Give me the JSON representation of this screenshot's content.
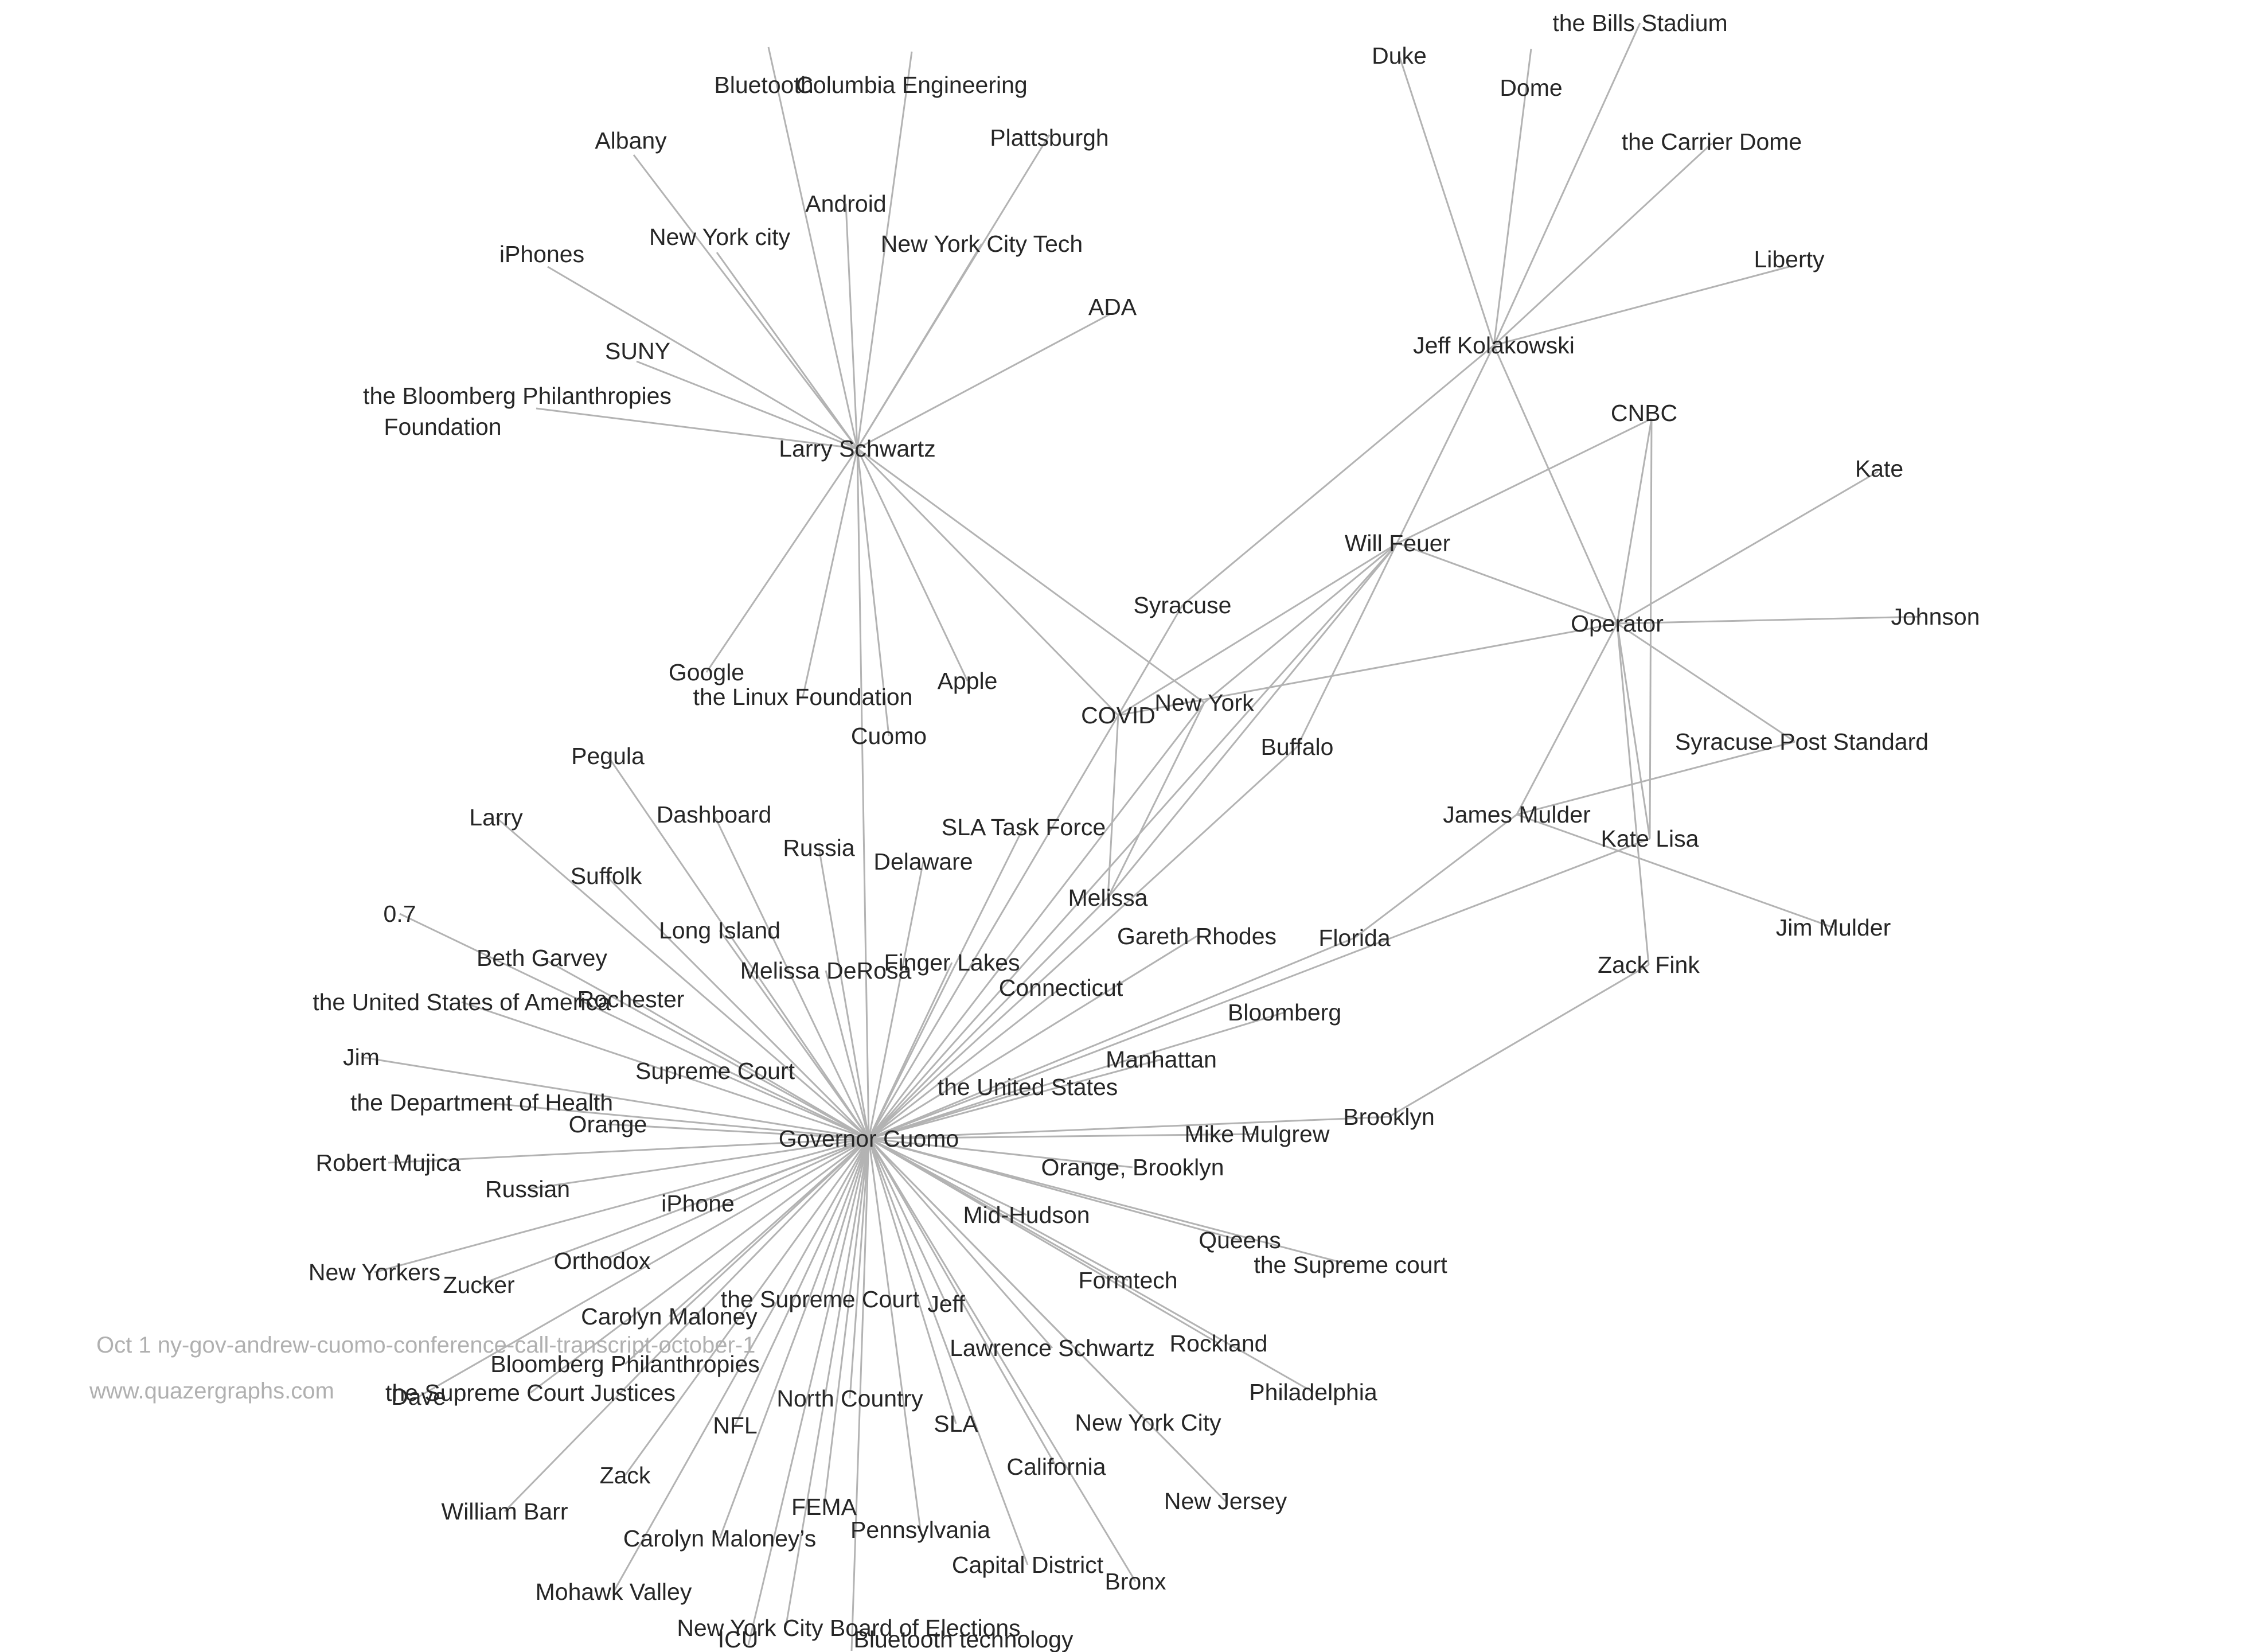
{
  "watermark": {
    "line1": "Oct 1 ny-gov-andrew-cuomo-conference-call-transcript-october-1",
    "line2": "www.quazergraphs.com"
  },
  "colors": {
    "edge": "#b3b3b3",
    "label": "#262626",
    "watermark": "#b0b0b0"
  },
  "nodes": [
    {
      "id": "governor-cuomo",
      "label": "Governor Cuomo"
    },
    {
      "id": "larry-schwartz",
      "label": "Larry Schwartz"
    },
    {
      "id": "jeff-kolakowski",
      "label": "Jeff Kolakowski"
    },
    {
      "id": "operator",
      "label": "Operator"
    },
    {
      "id": "will-feuer",
      "label": "Will Feuer"
    },
    {
      "id": "james-mulder",
      "label": "James Mulder"
    },
    {
      "id": "kate-lisa",
      "label": "Kate Lisa"
    },
    {
      "id": "zack-fink",
      "label": "Zack Fink"
    },
    {
      "id": "covid",
      "label": "COVID"
    },
    {
      "id": "new-york",
      "label": "New York"
    },
    {
      "id": "buffalo",
      "label": "Buffalo"
    },
    {
      "id": "syracuse",
      "label": "Syracuse"
    },
    {
      "id": "melissa",
      "label": "Melissa"
    },
    {
      "id": "florida",
      "label": "Florida"
    },
    {
      "id": "bloomberg",
      "label": "Bloomberg"
    },
    {
      "id": "brooklyn",
      "label": "Brooklyn"
    },
    {
      "id": "bluetooth",
      "label": "Bluetooth"
    },
    {
      "id": "columbia-engineering",
      "label": "Columbia Engineering"
    },
    {
      "id": "albany",
      "label": "Albany"
    },
    {
      "id": "plattsburgh",
      "label": "Plattsburgh"
    },
    {
      "id": "android",
      "label": "Android"
    },
    {
      "id": "new-york-city-lower",
      "label": "New York city"
    },
    {
      "id": "new-york-city-tech",
      "label": "New York City Tech"
    },
    {
      "id": "iphones",
      "label": "iPhones"
    },
    {
      "id": "ada",
      "label": "ADA"
    },
    {
      "id": "suny",
      "label": "SUNY"
    },
    {
      "id": "bloomberg-philanthropies-foundation",
      "label": "the Bloomberg Philanthropies\nFoundation"
    },
    {
      "id": "google",
      "label": "Google"
    },
    {
      "id": "linux-foundation",
      "label": "the Linux Foundation"
    },
    {
      "id": "apple",
      "label": "Apple"
    },
    {
      "id": "cuomo",
      "label": "Cuomo"
    },
    {
      "id": "duke",
      "label": "Duke"
    },
    {
      "id": "dome",
      "label": "Dome"
    },
    {
      "id": "bills-stadium",
      "label": "the Bills Stadium"
    },
    {
      "id": "carrier-dome",
      "label": "the Carrier Dome"
    },
    {
      "id": "liberty",
      "label": "Liberty"
    },
    {
      "id": "cnbc",
      "label": "CNBC"
    },
    {
      "id": "kate",
      "label": "Kate"
    },
    {
      "id": "johnson",
      "label": "Johnson"
    },
    {
      "id": "syracuse-post-standard",
      "label": "Syracuse Post Standard"
    },
    {
      "id": "jim-mulder",
      "label": "Jim Mulder"
    },
    {
      "id": "pegula",
      "label": "Pegula"
    },
    {
      "id": "larry",
      "label": "Larry"
    },
    {
      "id": "dashboard",
      "label": "Dashboard"
    },
    {
      "id": "russia",
      "label": "Russia"
    },
    {
      "id": "delaware",
      "label": "Delaware"
    },
    {
      "id": "sla-task-force",
      "label": "SLA Task Force"
    },
    {
      "id": "suffolk",
      "label": "Suffolk"
    },
    {
      "id": "zero-seven",
      "label": "0.7"
    },
    {
      "id": "long-island",
      "label": "Long Island"
    },
    {
      "id": "gareth-rhodes",
      "label": "Gareth Rhodes"
    },
    {
      "id": "beth-garvey",
      "label": "Beth Garvey"
    },
    {
      "id": "melissa-derosa",
      "label": "Melissa DeRosa"
    },
    {
      "id": "finger-lakes",
      "label": "Finger Lakes"
    },
    {
      "id": "connecticut",
      "label": "Connecticut"
    },
    {
      "id": "united-states-of-america",
      "label": "the United States of America"
    },
    {
      "id": "rochester",
      "label": "Rochester"
    },
    {
      "id": "jim",
      "label": "Jim"
    },
    {
      "id": "supreme-court",
      "label": "Supreme Court"
    },
    {
      "id": "manhattan",
      "label": "Manhattan"
    },
    {
      "id": "united-states",
      "label": "the United States"
    },
    {
      "id": "department-of-health",
      "label": "the Department of Health"
    },
    {
      "id": "orange",
      "label": "Orange"
    },
    {
      "id": "mike-mulgrew",
      "label": "Mike Mulgrew"
    },
    {
      "id": "robert-mujica",
      "label": "Robert Mujica"
    },
    {
      "id": "orange-brooklyn",
      "label": "Orange, Brooklyn"
    },
    {
      "id": "russian",
      "label": "Russian"
    },
    {
      "id": "iphone",
      "label": "iPhone"
    },
    {
      "id": "mid-hudson",
      "label": "Mid-Hudson"
    },
    {
      "id": "queens",
      "label": "Queens"
    },
    {
      "id": "supreme-court-lower",
      "label": "the Supreme court"
    },
    {
      "id": "new-yorkers",
      "label": "New Yorkers"
    },
    {
      "id": "zucker",
      "label": "Zucker"
    },
    {
      "id": "orthodox",
      "label": "Orthodox"
    },
    {
      "id": "formtech",
      "label": "Formtech"
    },
    {
      "id": "the-supreme-court",
      "label": "the Supreme Court"
    },
    {
      "id": "jeff",
      "label": "Jeff"
    },
    {
      "id": "carolyn-maloney",
      "label": "Carolyn Maloney"
    },
    {
      "id": "lawrence-schwartz",
      "label": "Lawrence Schwartz"
    },
    {
      "id": "rockland",
      "label": "Rockland"
    },
    {
      "id": "bloomberg-philanthropies",
      "label": "Bloomberg Philanthropies"
    },
    {
      "id": "dave",
      "label": "Dave"
    },
    {
      "id": "supreme-court-justices",
      "label": "the Supreme Court Justices"
    },
    {
      "id": "north-country",
      "label": "North Country"
    },
    {
      "id": "philadelphia",
      "label": "Philadelphia"
    },
    {
      "id": "nfl",
      "label": "NFL"
    },
    {
      "id": "sla",
      "label": "SLA"
    },
    {
      "id": "new-york-city",
      "label": "New York City"
    },
    {
      "id": "california",
      "label": "California"
    },
    {
      "id": "zack",
      "label": "Zack"
    },
    {
      "id": "william-barr",
      "label": "William Barr"
    },
    {
      "id": "fema",
      "label": "FEMA"
    },
    {
      "id": "new-jersey",
      "label": "New Jersey"
    },
    {
      "id": "carolyn-maloneys",
      "label": "Carolyn Maloney’s"
    },
    {
      "id": "pennsylvania",
      "label": "Pennsylvania"
    },
    {
      "id": "capital-district",
      "label": "Capital District"
    },
    {
      "id": "bronx",
      "label": "Bronx"
    },
    {
      "id": "mohawk-valley",
      "label": "Mohawk Valley"
    },
    {
      "id": "nyc-board-of-elections",
      "label": "New York City Board of Elections"
    },
    {
      "id": "icu",
      "label": "ICU"
    },
    {
      "id": "bluetooth-technology",
      "label": "Bluetooth technology"
    }
  ],
  "edges": [
    [
      "larry-schwartz",
      "bluetooth"
    ],
    [
      "larry-schwartz",
      "columbia-engineering"
    ],
    [
      "larry-schwartz",
      "albany"
    ],
    [
      "larry-schwartz",
      "plattsburgh"
    ],
    [
      "larry-schwartz",
      "android"
    ],
    [
      "larry-schwartz",
      "new-york-city-lower"
    ],
    [
      "larry-schwartz",
      "new-york-city-tech"
    ],
    [
      "larry-schwartz",
      "iphones"
    ],
    [
      "larry-schwartz",
      "ada"
    ],
    [
      "larry-schwartz",
      "suny"
    ],
    [
      "larry-schwartz",
      "bloomberg-philanthropies-foundation"
    ],
    [
      "larry-schwartz",
      "google"
    ],
    [
      "larry-schwartz",
      "linux-foundation"
    ],
    [
      "larry-schwartz",
      "apple"
    ],
    [
      "larry-schwartz",
      "cuomo"
    ],
    [
      "larry-schwartz",
      "new-york"
    ],
    [
      "larry-schwartz",
      "governor-cuomo"
    ],
    [
      "larry-schwartz",
      "covid"
    ],
    [
      "jeff-kolakowski",
      "duke"
    ],
    [
      "jeff-kolakowski",
      "dome"
    ],
    [
      "jeff-kolakowski",
      "bills-stadium"
    ],
    [
      "jeff-kolakowski",
      "carrier-dome"
    ],
    [
      "jeff-kolakowski",
      "liberty"
    ],
    [
      "jeff-kolakowski",
      "syracuse"
    ],
    [
      "jeff-kolakowski",
      "buffalo"
    ],
    [
      "jeff-kolakowski",
      "operator"
    ],
    [
      "operator",
      "kate"
    ],
    [
      "operator",
      "johnson"
    ],
    [
      "operator",
      "syracuse-post-standard"
    ],
    [
      "operator",
      "will-feuer"
    ],
    [
      "operator",
      "james-mulder"
    ],
    [
      "operator",
      "kate-lisa"
    ],
    [
      "operator",
      "zack-fink"
    ],
    [
      "operator",
      "covid"
    ],
    [
      "operator",
      "cnbc"
    ],
    [
      "will-feuer",
      "cnbc"
    ],
    [
      "will-feuer",
      "covid"
    ],
    [
      "will-feuer",
      "new-york"
    ],
    [
      "will-feuer",
      "governor-cuomo"
    ],
    [
      "will-feuer",
      "melissa"
    ],
    [
      "james-mulder",
      "syracuse-post-standard"
    ],
    [
      "james-mulder",
      "florida"
    ],
    [
      "james-mulder",
      "jim-mulder"
    ],
    [
      "kate-lisa",
      "cnbc"
    ],
    [
      "kate-lisa",
      "governor-cuomo"
    ],
    [
      "zack-fink",
      "brooklyn"
    ],
    [
      "covid",
      "melissa"
    ],
    [
      "covid",
      "governor-cuomo"
    ],
    [
      "covid",
      "syracuse"
    ],
    [
      "new-york",
      "melissa"
    ],
    [
      "new-york",
      "governor-cuomo"
    ],
    [
      "buffalo",
      "governor-cuomo"
    ],
    [
      "florida",
      "governor-cuomo"
    ],
    [
      "bloomberg",
      "governor-cuomo"
    ],
    [
      "brooklyn",
      "governor-cuomo"
    ],
    [
      "melissa",
      "governor-cuomo"
    ],
    [
      "governor-cuomo",
      "pegula"
    ],
    [
      "governor-cuomo",
      "larry"
    ],
    [
      "governor-cuomo",
      "dashboard"
    ],
    [
      "governor-cuomo",
      "russia"
    ],
    [
      "governor-cuomo",
      "delaware"
    ],
    [
      "governor-cuomo",
      "sla-task-force"
    ],
    [
      "governor-cuomo",
      "suffolk"
    ],
    [
      "governor-cuomo",
      "zero-seven"
    ],
    [
      "governor-cuomo",
      "long-island"
    ],
    [
      "governor-cuomo",
      "gareth-rhodes"
    ],
    [
      "governor-cuomo",
      "beth-garvey"
    ],
    [
      "governor-cuomo",
      "melissa-derosa"
    ],
    [
      "governor-cuomo",
      "finger-lakes"
    ],
    [
      "governor-cuomo",
      "connecticut"
    ],
    [
      "governor-cuomo",
      "united-states-of-america"
    ],
    [
      "governor-cuomo",
      "rochester"
    ],
    [
      "governor-cuomo",
      "jim"
    ],
    [
      "governor-cuomo",
      "supreme-court"
    ],
    [
      "governor-cuomo",
      "manhattan"
    ],
    [
      "governor-cuomo",
      "united-states"
    ],
    [
      "governor-cuomo",
      "department-of-health"
    ],
    [
      "governor-cuomo",
      "orange"
    ],
    [
      "governor-cuomo",
      "mike-mulgrew"
    ],
    [
      "governor-cuomo",
      "robert-mujica"
    ],
    [
      "governor-cuomo",
      "orange-brooklyn"
    ],
    [
      "governor-cuomo",
      "russian"
    ],
    [
      "governor-cuomo",
      "iphone"
    ],
    [
      "governor-cuomo",
      "mid-hudson"
    ],
    [
      "governor-cuomo",
      "queens"
    ],
    [
      "governor-cuomo",
      "supreme-court-lower"
    ],
    [
      "governor-cuomo",
      "new-yorkers"
    ],
    [
      "governor-cuomo",
      "zucker"
    ],
    [
      "governor-cuomo",
      "orthodox"
    ],
    [
      "governor-cuomo",
      "formtech"
    ],
    [
      "governor-cuomo",
      "the-supreme-court"
    ],
    [
      "governor-cuomo",
      "jeff"
    ],
    [
      "governor-cuomo",
      "carolyn-maloney"
    ],
    [
      "governor-cuomo",
      "lawrence-schwartz"
    ],
    [
      "governor-cuomo",
      "rockland"
    ],
    [
      "governor-cuomo",
      "bloomberg-philanthropies"
    ],
    [
      "governor-cuomo",
      "dave"
    ],
    [
      "governor-cuomo",
      "supreme-court-justices"
    ],
    [
      "governor-cuomo",
      "north-country"
    ],
    [
      "governor-cuomo",
      "philadelphia"
    ],
    [
      "governor-cuomo",
      "nfl"
    ],
    [
      "governor-cuomo",
      "sla"
    ],
    [
      "governor-cuomo",
      "new-york-city"
    ],
    [
      "governor-cuomo",
      "california"
    ],
    [
      "governor-cuomo",
      "zack"
    ],
    [
      "governor-cuomo",
      "william-barr"
    ],
    [
      "governor-cuomo",
      "fema"
    ],
    [
      "governor-cuomo",
      "new-jersey"
    ],
    [
      "governor-cuomo",
      "carolyn-maloneys"
    ],
    [
      "governor-cuomo",
      "pennsylvania"
    ],
    [
      "governor-cuomo",
      "capital-district"
    ],
    [
      "governor-cuomo",
      "bronx"
    ],
    [
      "governor-cuomo",
      "mohawk-valley"
    ],
    [
      "governor-cuomo",
      "nyc-board-of-elections"
    ],
    [
      "governor-cuomo",
      "icu"
    ],
    [
      "governor-cuomo",
      "bluetooth-technology"
    ]
  ]
}
